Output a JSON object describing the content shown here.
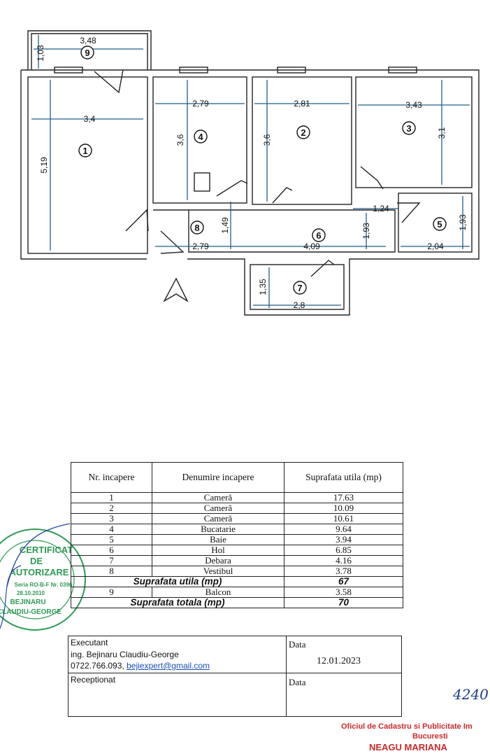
{
  "floorplan": {
    "rooms": [
      {
        "num": "1",
        "dims": [
          "3,4",
          "5,19"
        ]
      },
      {
        "num": "2",
        "dims": [
          "2,81",
          "3,6"
        ]
      },
      {
        "num": "3",
        "dims": [
          "3,43",
          "3,1"
        ]
      },
      {
        "num": "4",
        "dims": [
          "2,79",
          "3,6"
        ]
      },
      {
        "num": "5",
        "dims": [
          "2,04",
          "1,93"
        ]
      },
      {
        "num": "6",
        "dims": [
          "4,09",
          "1,93",
          "1,24"
        ]
      },
      {
        "num": "7",
        "dims": [
          "2,8",
          "1,35"
        ]
      },
      {
        "num": "8",
        "dims": [
          "2,79",
          "1,49"
        ]
      },
      {
        "num": "9",
        "dims": [
          "3,48",
          "1,03"
        ]
      }
    ]
  },
  "table": {
    "headers": [
      "Nr. incapere",
      "Denumire incapere",
      "Suprafata utila (mp)"
    ],
    "rows": [
      {
        "nr": "1",
        "name": "Cameră",
        "area": "17.63"
      },
      {
        "nr": "2",
        "name": "Cameră",
        "area": "10.09"
      },
      {
        "nr": "3",
        "name": "Cameră",
        "area": "10.61"
      },
      {
        "nr": "4",
        "name": "Bucatarie",
        "area": "9.64"
      },
      {
        "nr": "5",
        "name": "Baie",
        "area": "3.94"
      },
      {
        "nr": "6",
        "name": "Hol",
        "area": "6.85"
      },
      {
        "nr": "7",
        "name": "Debara",
        "area": "4.16"
      },
      {
        "nr": "8",
        "name": "Vestibul",
        "area": "3.78"
      }
    ],
    "suprafata_utila_label": "Suprafata utila (mp)",
    "suprafata_utila_value": "67",
    "balcon": {
      "nr": "9",
      "name": "Balcon",
      "area": "3.58"
    },
    "suprafata_totala_label": "Suprafata totala (mp)",
    "suprafata_totala_value": "70"
  },
  "signature": {
    "executant_label": "Executant",
    "executant_name": "ing. Bejinaru Claudiu-George",
    "executant_phone": "0722.766.093,",
    "executant_email": "bejiexpert@gmail.com",
    "data_label": "Data",
    "data_value": "12.01.2023",
    "receptionat_label": "Receptionat",
    "data2_label": "Data"
  },
  "stamp": {
    "lines": [
      "CERTIFICAT",
      "DE",
      "AUTORIZARE",
      "Seria RO-B-F Nr. 0396",
      "28.10.2010",
      "BEJINARU",
      "CLAUDIU-GEORGE"
    ]
  },
  "handwritten": "4240",
  "office_stamp": {
    "line1": "Oficiul de Cadastru si Publicitate Im",
    "line2": "Bucuresti",
    "line3": "NEAGU MARIANA"
  },
  "colors": {
    "dimension_line": "#1f5f8b",
    "stamp_green": "#2e9a55",
    "stamp_red": "#cc2a2a",
    "handwriting": "#1c3c8a"
  }
}
